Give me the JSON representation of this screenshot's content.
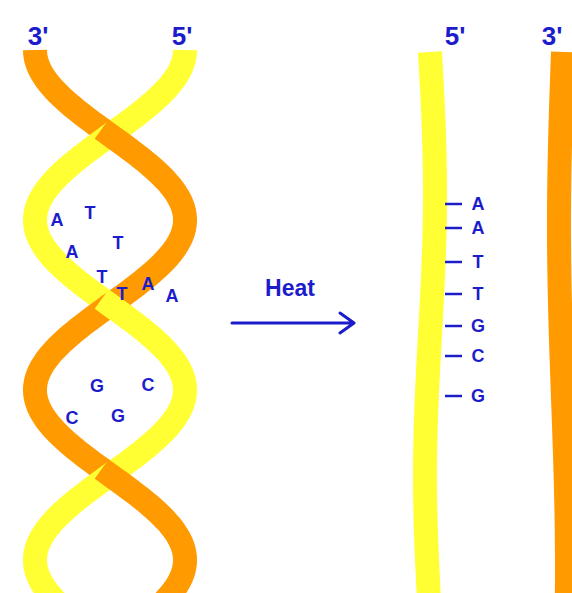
{
  "diagram": {
    "labels": [
      "3'",
      "5'",
      "A",
      "T",
      "A",
      "T",
      "T",
      "T",
      "A",
      "A",
      "C",
      "G",
      "G",
      "C",
      "Heat",
      "5'",
      "A",
      "A",
      "T",
      "T",
      "G",
      "C",
      "G",
      "3'"
    ]
  }
}
